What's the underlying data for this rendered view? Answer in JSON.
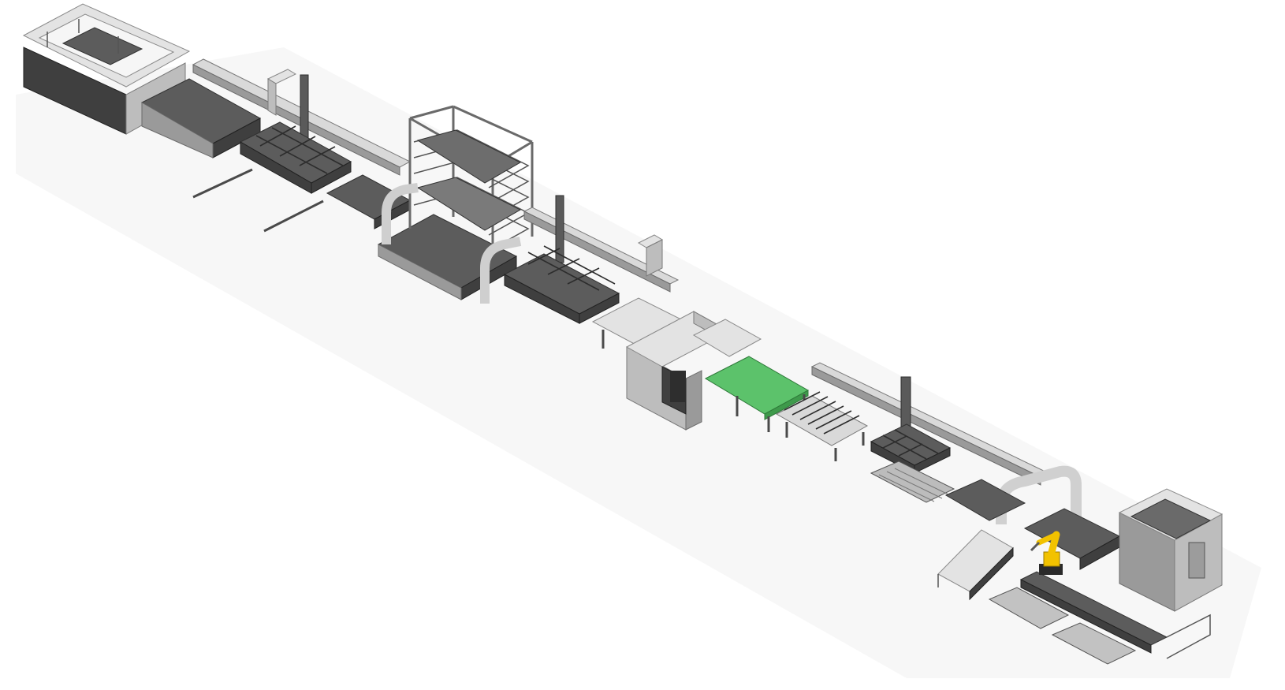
{
  "scene": {
    "background": "#ffffff",
    "palette": {
      "machine_dark": "#5c5c5c",
      "machine_light": "#e3e3e3",
      "rail": "#d9d9d9",
      "green_table": "#5cc26b",
      "robot_yellow": "#f2c200"
    },
    "stations": [
      {
        "id": "laser-cutter",
        "icon": "laser-cutting-machine-icon"
      },
      {
        "id": "gantry-loader-1",
        "icon": "gantry-loader-icon"
      },
      {
        "id": "storage-tower",
        "icon": "material-storage-tower-icon"
      },
      {
        "id": "gantry-loader-2",
        "icon": "gantry-loader-icon"
      },
      {
        "id": "press-brake",
        "icon": "bending-press-icon"
      },
      {
        "id": "green-table",
        "icon": "work-table-icon"
      },
      {
        "id": "roller-conveyor",
        "icon": "roller-conveyor-icon"
      },
      {
        "id": "gantry-loader-3",
        "icon": "gantry-loader-icon"
      },
      {
        "id": "robot-cell",
        "icon": "industrial-robot-arm-icon"
      },
      {
        "id": "cabinet",
        "icon": "enclosure-cabinet-icon"
      }
    ]
  }
}
